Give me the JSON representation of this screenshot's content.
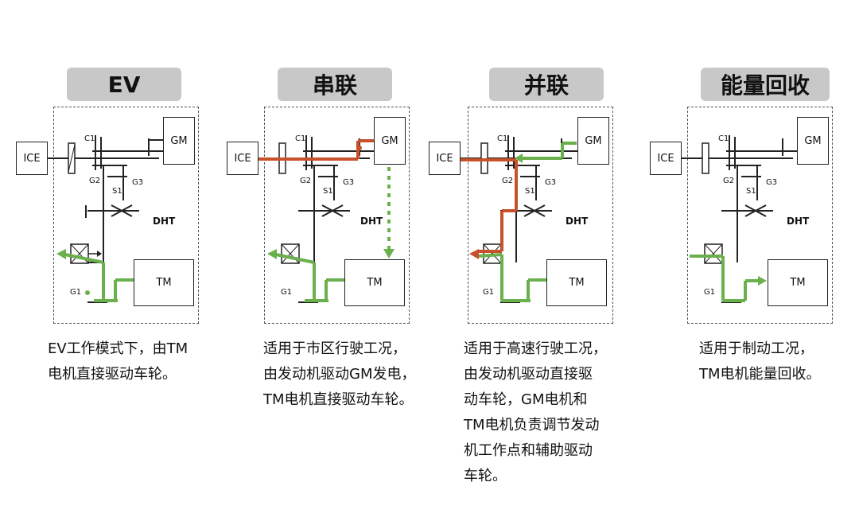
{
  "colors": {
    "title_bg": "#c8c8c8",
    "engine_path": "#c8502a",
    "electric_path": "#6ab04c",
    "outline": "#222222"
  },
  "labels": {
    "ice": "ICE",
    "gm": "GM",
    "tm": "TM",
    "dht": "DHT",
    "c1": "C1",
    "g2": "G2",
    "g3": "G3",
    "s1": "S1",
    "g1": "G1"
  },
  "panels": [
    {
      "title": "EV",
      "desc_lines": [
        "EV工作模式下，由TM",
        "电机直接驱动车轮。"
      ]
    },
    {
      "title": "串联",
      "desc_lines": [
        "适用于市区行驶工况，",
        "由发动机驱动GM发电，",
        "TM电机直接驱动车轮。"
      ]
    },
    {
      "title": "并联",
      "desc_lines": [
        "适用于高速行驶工况，",
        "由发动机驱动直接驱",
        "动车轮，GM电机和",
        "TM电机负责调节发动",
        "机工作点和辅助驱动",
        "车轮。"
      ]
    },
    {
      "title": "能量回收",
      "desc_lines": [
        "适用于制动工况，",
        "TM电机能量回收。"
      ]
    }
  ]
}
